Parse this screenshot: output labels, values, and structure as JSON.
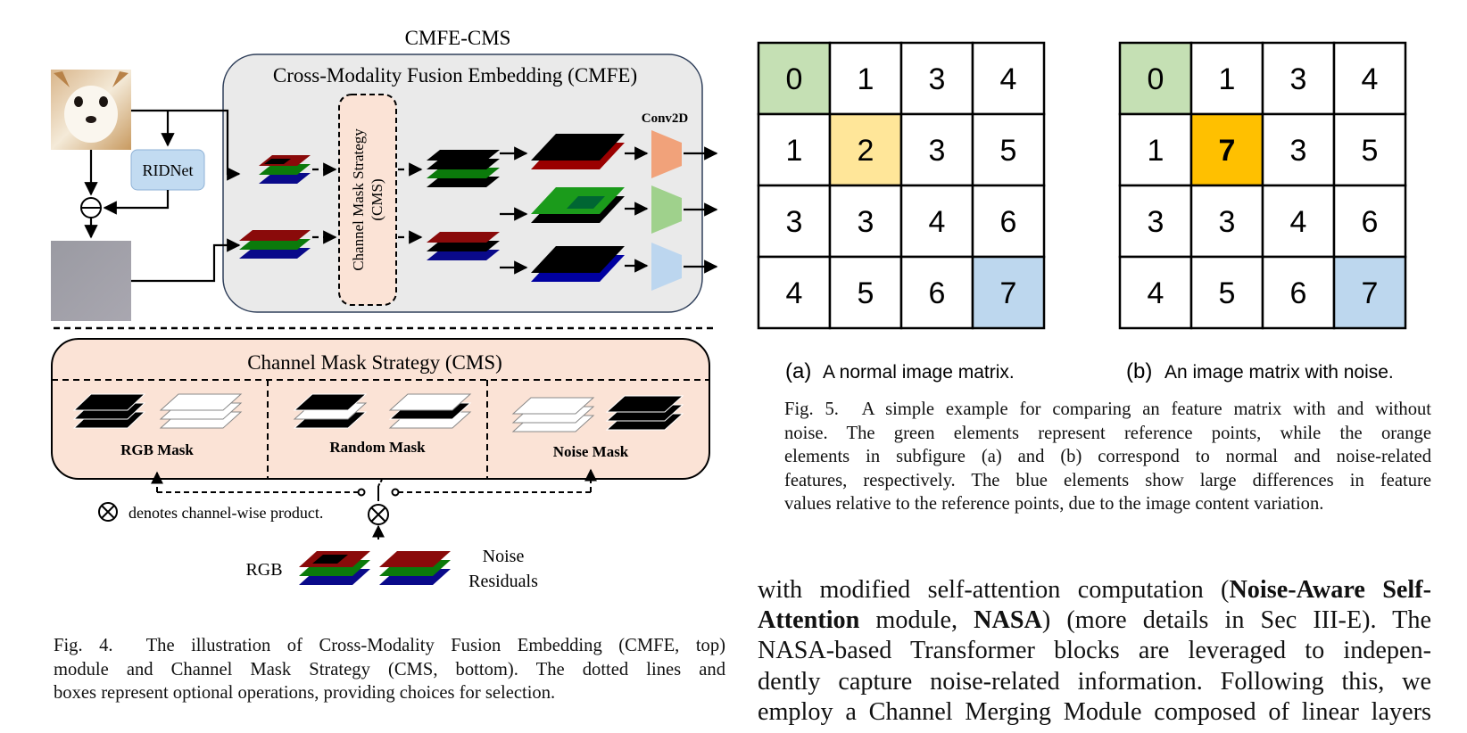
{
  "fig4": {
    "title": "CMFE-CMS",
    "cmfe_label": "Cross-Modality Fusion Embedding (CMFE)",
    "ridnet_label": "RIDNet",
    "cms_vertical_label_line1": "Channel Mask Strategy",
    "cms_vertical_label_line2": "(CMS)",
    "conv_label": "Conv2D",
    "cms_title": "Channel Mask Strategy (CMS)",
    "mask_labels": [
      "RGB Mask",
      "Random Mask",
      "Noise Mask"
    ],
    "legend_text": "denotes channel-wise product.",
    "rgb_label": "RGB",
    "noise_label_line1": "Noise",
    "noise_label_line2": "Residuals",
    "colors": {
      "cmfe_bg": "#eaeaea",
      "cms_bg": "#fbe3d6",
      "ridnet_bg": "#c2dbf1",
      "conv_orange": "#f1a27a",
      "conv_green": "#9fd18c",
      "conv_blue": "#bcd6ef"
    }
  },
  "fig5": {
    "matrix_a": [
      [
        0,
        1,
        3,
        4
      ],
      [
        1,
        2,
        3,
        5
      ],
      [
        3,
        3,
        4,
        6
      ],
      [
        4,
        5,
        6,
        7
      ]
    ],
    "matrix_b": [
      [
        0,
        1,
        3,
        4
      ],
      [
        1,
        7,
        3,
        5
      ],
      [
        3,
        3,
        4,
        6
      ],
      [
        4,
        5,
        6,
        7
      ]
    ],
    "label_a_tag": "(a)",
    "label_a_text": "A normal image matrix.",
    "label_b_tag": "(b)",
    "label_b_text": "An image matrix with noise.",
    "colors": {
      "reference": "#c5e0b4",
      "normal_feature": "#ffe699",
      "noise_feature": "#ffc000",
      "large_difference": "#bdd7ee"
    }
  },
  "captions": {
    "fig4_prefix": "Fig. 4.",
    "fig4_lines": [
      "The illustration of Cross-Modality Fusion Embedding (CMFE, top)",
      "module and Channel Mask Strategy (CMS, bottom). The dotted lines and",
      "boxes represent optional operations, providing choices for selection."
    ],
    "fig5_prefix": "Fig. 5.",
    "fig5_lines": [
      "A simple example for comparing an feature matrix with and without",
      "noise. The green elements represent reference points, while the orange",
      "elements in subfigure (a) and (b) correspond to normal and noise-related",
      "features, respectively. The blue elements show large differences in feature",
      "values relative to the reference points, due to the image content variation."
    ]
  },
  "body": {
    "line1_pre": "with modified self-attention computation (",
    "line1_bold": "Noise-Aware Self-",
    "line2_bold1": "Attention",
    "line2_mid": " module, ",
    "line2_bold2": "NASA",
    "line2_post": ") (more details in Sec III-E). The",
    "line3": "NASA-based Transformer blocks are leveraged to indepen-",
    "line4": "dently capture noise-related information. Following this, we",
    "line5": "employ a Channel Merging Module composed of linear layers"
  }
}
